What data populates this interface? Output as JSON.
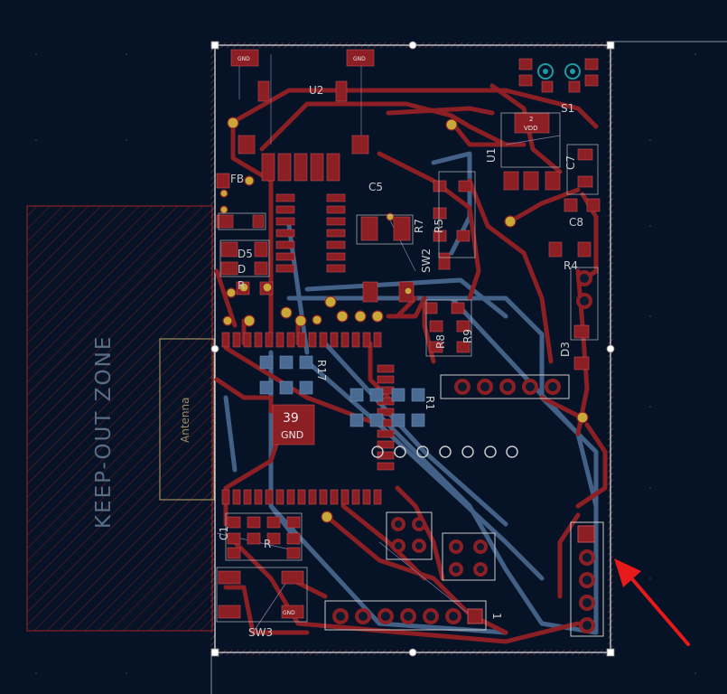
{
  "keepout": {
    "label": "KEEP-OUT ZONE"
  },
  "antenna": {
    "label": "Antenna"
  },
  "refs": {
    "u2": "U2",
    "s1": "S1",
    "c5": "C5",
    "c7": "C7",
    "c8": "C8",
    "r4": "R4",
    "r5": "R5",
    "r7": "R7",
    "sw2": "SW2",
    "sw3": "SW3",
    "fb": "FB",
    "d5": "D5",
    "d": "D",
    "r": "R",
    "r1": "R1",
    "r17": "R17",
    "u1": "U1",
    "d3": "D3",
    "r8": "R8",
    "r9": "R9",
    "j1": "1",
    "c1": "C1",
    "rc": "R"
  },
  "pads": {
    "gnd": "GND",
    "vdd": "VDD",
    "pin2": "2",
    "pin1": "1",
    "pad39": "39",
    "pad39_net": "GND"
  },
  "colors": {
    "background": "#061326",
    "front_copper": "#8b1f24",
    "back_copper": "#4a6a91",
    "pad": "#b8a237",
    "keepout": "#8b1f24",
    "silk": "#c9c9c9",
    "arrow": "#e8191b"
  }
}
